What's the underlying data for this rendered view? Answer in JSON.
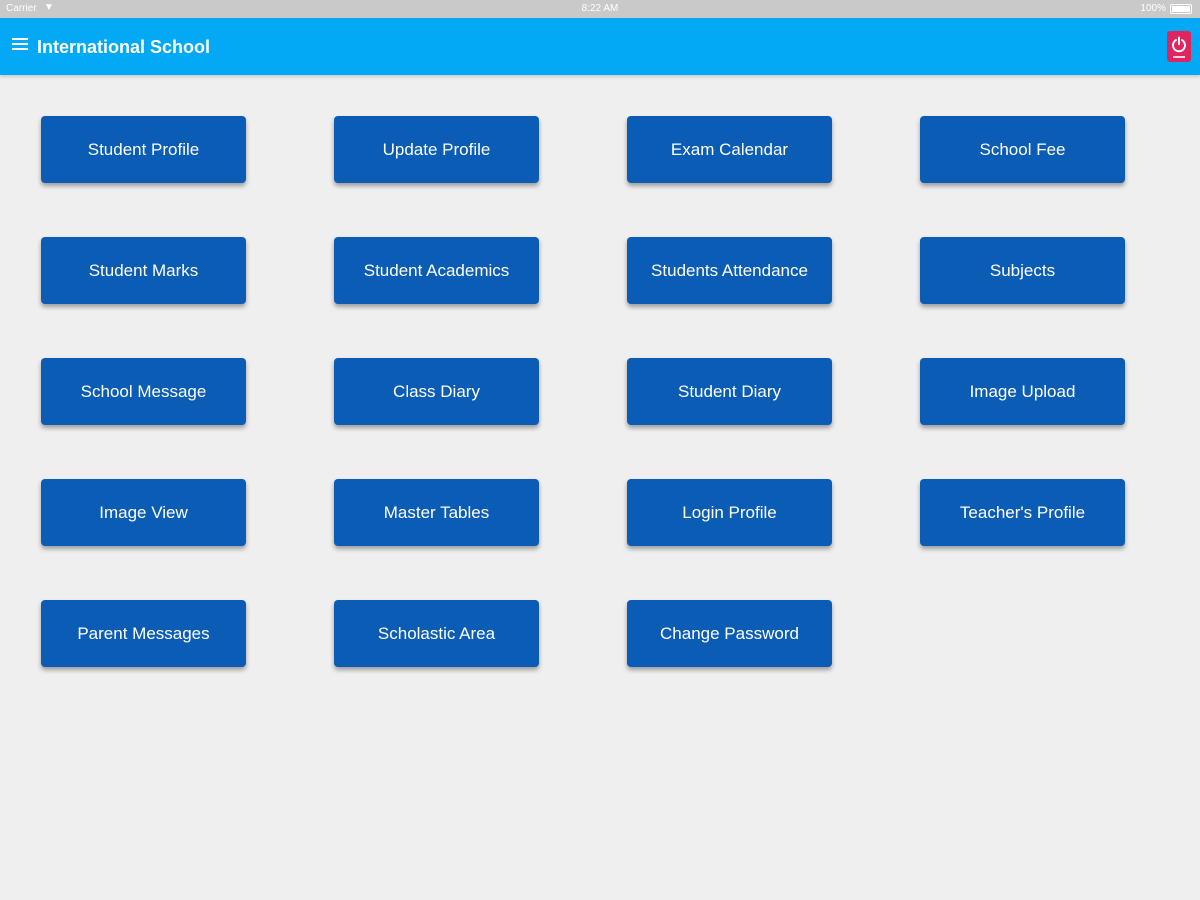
{
  "status_bar": {
    "carrier": "Carrier",
    "time": "8:22 AM",
    "battery": "100%"
  },
  "header": {
    "menu_icon": "hamburger-menu-icon",
    "title": "International School",
    "power_icon": "power-icon",
    "color": "#03a9f4"
  },
  "tiles": [
    {
      "label": "Student Profile"
    },
    {
      "label": "Update Profile"
    },
    {
      "label": "Exam Calendar"
    },
    {
      "label": "School Fee"
    },
    {
      "label": "Student Marks"
    },
    {
      "label": "Student Academics"
    },
    {
      "label": "Students Attendance"
    },
    {
      "label": "Subjects"
    },
    {
      "label": "School Message"
    },
    {
      "label": "Class Diary"
    },
    {
      "label": "Student Diary"
    },
    {
      "label": "Image Upload"
    },
    {
      "label": "Image View"
    },
    {
      "label": "Master Tables"
    },
    {
      "label": "Login Profile"
    },
    {
      "label": "Teacher's Profile"
    },
    {
      "label": "Parent Messages"
    },
    {
      "label": "Scholastic Area"
    },
    {
      "label": "Change Password"
    }
  ],
  "colors": {
    "tile": "#0b5cb5",
    "background": "#efefef",
    "power_button": "#e0245e"
  }
}
